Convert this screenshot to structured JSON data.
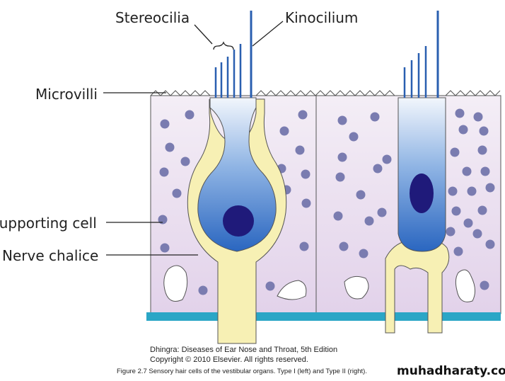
{
  "labels": {
    "stereocilia": "Stereocilia",
    "kinocilium": "Kinocilium",
    "microvilli": "Microvilli",
    "supporting_cell": "Supporting cell",
    "nerve_chalice": "Nerve chalice"
  },
  "source_line1": "Dhingra: Diseases of Ear Nose and Throat, 5th Edition",
  "source_line2": "Copyright © 2010 Elsevier. All rights reserved.",
  "figure_caption": "Figure 2.7 Sensory hair cells of the vestibular organs. Type I (left) and Type II (right).",
  "watermark": "muhadharaty.com",
  "colors": {
    "tissue": "#ece4f0",
    "dot": "#7a7cb0",
    "cell_blue": "#2f6fc4",
    "nucleus": "#1f1a7a",
    "chalice": "#f7f0b4",
    "membrane": "#2aa6c6"
  }
}
